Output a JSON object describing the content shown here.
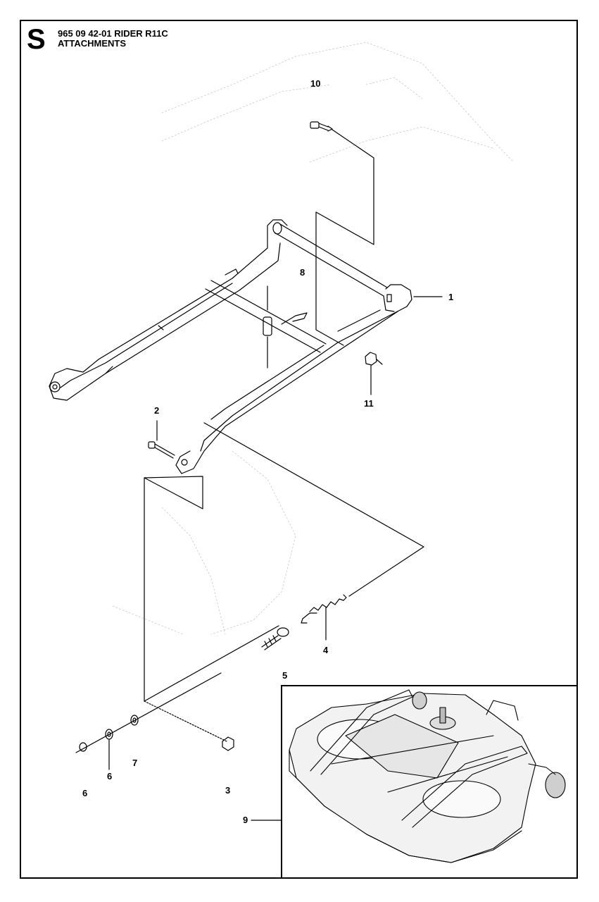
{
  "header": {
    "section_letter": "S",
    "title_line1": "965 09 42-01 RIDER R11C",
    "title_line2": "ATTACHMENTS"
  },
  "part_labels": {
    "p1": "1",
    "p2": "2",
    "p3": "3",
    "p4": "4",
    "p5": "5",
    "p6a": "6",
    "p6b": "6",
    "p7": "7",
    "p8": "8",
    "p9": "9",
    "p10": "10",
    "p11": "11"
  }
}
